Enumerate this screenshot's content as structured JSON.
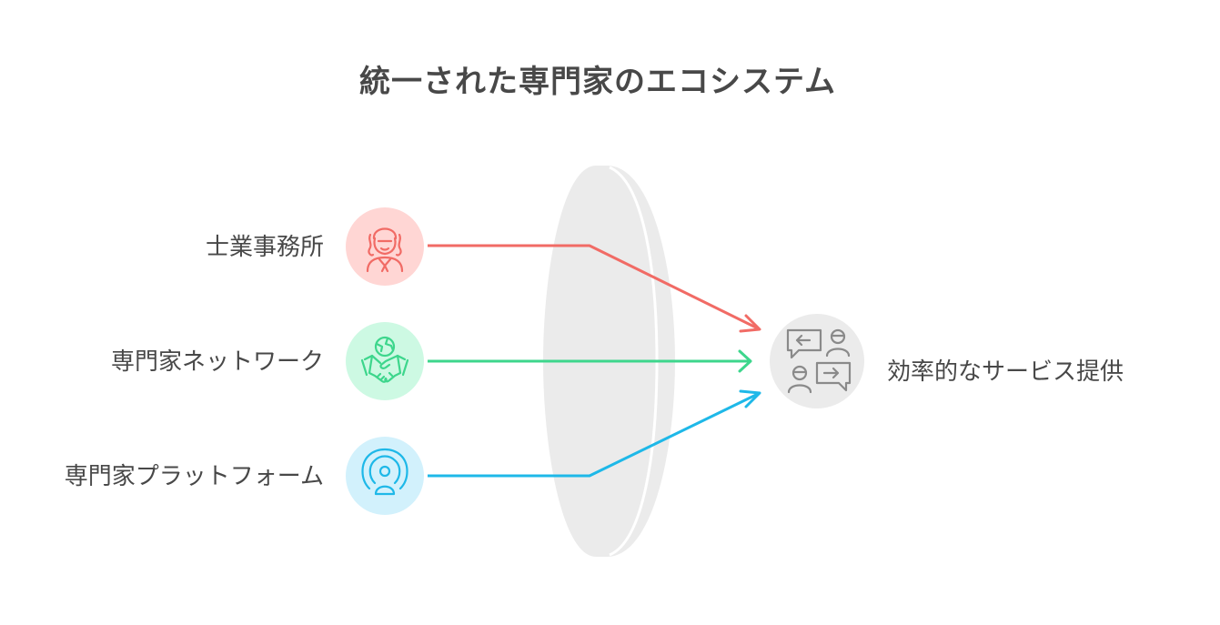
{
  "title": "統一された専門家のエコシステム",
  "inputs": [
    {
      "label": "士業事務所",
      "icon": "lawyer-woman-icon",
      "color": "#f16b65",
      "bg": "#ffd6d4"
    },
    {
      "label": "専門家ネットワーク",
      "icon": "handshake-globe-icon",
      "color": "#3dd68c",
      "bg": "#cdf9e3"
    },
    {
      "label": "専門家プラットフォーム",
      "icon": "broadcast-person-icon",
      "color": "#1eb8e8",
      "bg": "#d2f1fc"
    }
  ],
  "output": {
    "label": "効率的なサービス提供",
    "icon": "people-chat-exchange-icon",
    "color": "#8a8a8a",
    "bg": "#ebebeb"
  },
  "lens": {
    "icon": "lens-shape",
    "color": "#ebebeb"
  }
}
